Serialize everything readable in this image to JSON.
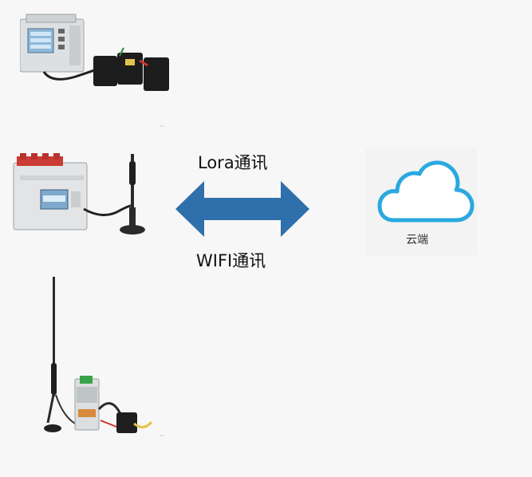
{
  "labels": {
    "lora": "Lora通讯",
    "wifi": "WIFI通讯",
    "cloud": "云端"
  },
  "icons": {
    "arrow": "double-headed-arrow-icon",
    "cloud": "cloud-icon"
  },
  "colors": {
    "arrow": "#2f6fac",
    "cloud_outline": "#29a9df",
    "background": "#f7f7f7"
  }
}
